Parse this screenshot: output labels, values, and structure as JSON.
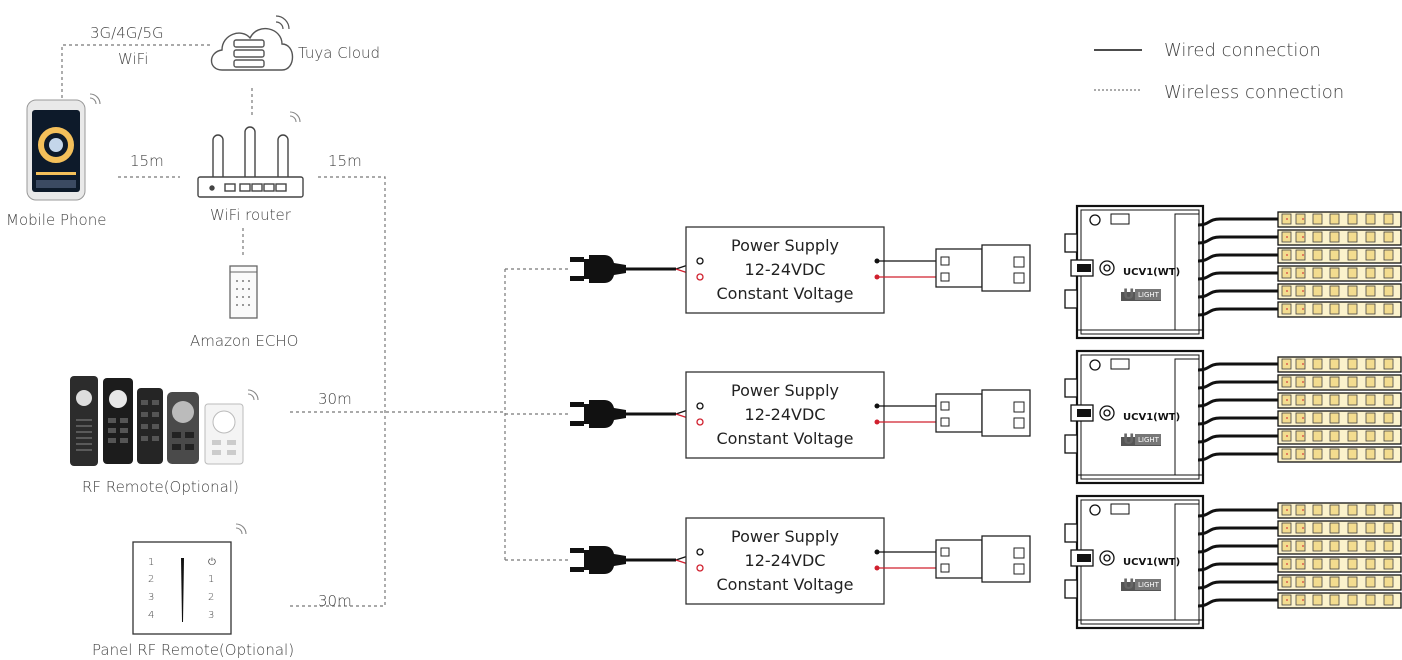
{
  "legend": {
    "wired": "Wired connection",
    "wireless": "Wireless connection"
  },
  "labels": {
    "network": "3G/4G/5G",
    "wifi": "WiFi",
    "cloud": "Tuya Cloud",
    "phone": "Mobile Phone",
    "router": "WiFi router",
    "echo": "Amazon ECHO",
    "rf_remote": "RF Remote(Optional)",
    "panel_remote": "Panel RF Remote(Optional)",
    "dist_phone_router": "15m",
    "dist_router_right": "15m",
    "dist_rf": "30m",
    "dist_panel": "30m"
  },
  "power_supplies": [
    {
      "line1": "Power Supply",
      "line2": "12-24VDC",
      "line3": "Constant Voltage"
    },
    {
      "line1": "Power Supply",
      "line2": "12-24VDC",
      "line3": "Constant Voltage"
    },
    {
      "line1": "Power Supply",
      "line2": "12-24VDC",
      "line3": "Constant Voltage"
    }
  ],
  "controllers": [
    {
      "model": "UCV1(WT)",
      "logo_u": "U",
      "logo_light": "LIGHT"
    },
    {
      "model": "UCV1(WT)",
      "logo_u": "U",
      "logo_light": "LIGHT"
    },
    {
      "model": "UCV1(WT)",
      "logo_u": "U",
      "logo_light": "LIGHT"
    }
  ],
  "panel_remote_keys": {
    "left": [
      "1",
      "2",
      "3",
      "4"
    ],
    "right": [
      "⏻",
      "1",
      "2",
      "3"
    ]
  },
  "colors": {
    "wire": "#111111",
    "wire_red": "#d0202e",
    "dashed": "#777777",
    "led_warm": "#f3dc8f",
    "led_strip": "#fbf2cc"
  }
}
